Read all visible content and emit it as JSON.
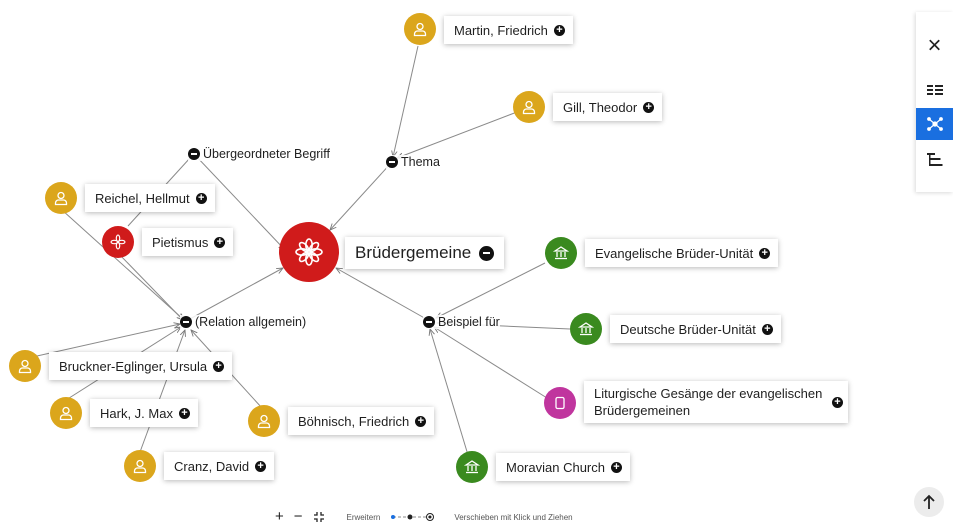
{
  "center": {
    "label": "Brüdergemeine",
    "color": "#d01b1b",
    "icon": "asterisk-flower-icon"
  },
  "relations": {
    "uebergeordnet": "Übergeordneter Begriff",
    "thema": "Thema",
    "allgemein": "(Relation allgemein)",
    "beispiel": "Beispiel für"
  },
  "persons": {
    "martin": "Martin, Friedrich",
    "gill": "Gill, Theodor",
    "reichel": "Reichel, Hellmut",
    "bruckner": "Bruckner-Eglinger, Ursula",
    "hark": "Hark, J. Max",
    "boehnisch": "Böhnisch, Friedrich",
    "cranz": "Cranz, David"
  },
  "concepts": {
    "pietismus": "Pietismus"
  },
  "institutions": {
    "ebu": "Evangelische Brüder-Unität",
    "dbu": "Deutsche Brüder-Unität",
    "moravian": "Moravian Church"
  },
  "works": {
    "liturgische": "Liturgische Gesänge der evangelischen Brüdergemeinen"
  },
  "colors": {
    "person": "#dba61c",
    "concept": "#d01b1b",
    "institution": "#3a8a1f",
    "work": "#c0359e",
    "accent": "#1a6fe0"
  },
  "toolbar": {
    "zoom_in": "+",
    "zoom_out": "−",
    "erweitern_label": "Erweitern",
    "hint": "Verschieben mit Klick und Ziehen"
  },
  "panel": {
    "close": "×"
  }
}
